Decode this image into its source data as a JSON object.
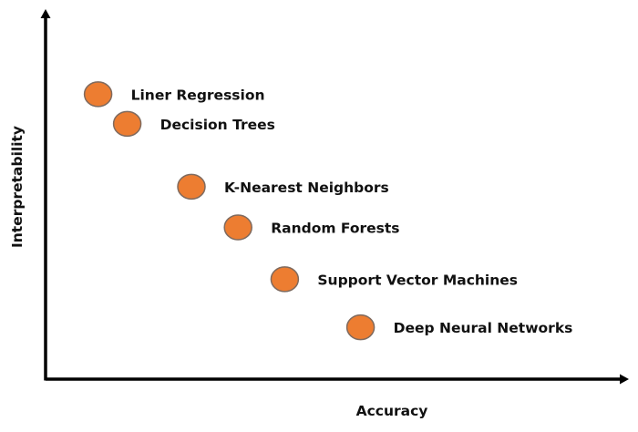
{
  "chart_data": {
    "type": "scatter",
    "title": "",
    "xlabel": "Accuracy",
    "ylabel": "Interpretability",
    "xlim": [
      0,
      10
    ],
    "ylim": [
      0,
      10
    ],
    "grid": false,
    "legend": "none",
    "x_ticks": [],
    "y_ticks": [],
    "marker_color": "#ED7D31",
    "marker_edge_color": "#7F6A5E",
    "points": [
      {
        "label": "Liner Regression",
        "x": 0.9,
        "y": 7.7
      },
      {
        "label": "Decision Trees",
        "x": 1.4,
        "y": 6.9
      },
      {
        "label": "K-Nearest Neighbors",
        "x": 2.5,
        "y": 5.2
      },
      {
        "label": "Random Forests",
        "x": 3.3,
        "y": 4.1
      },
      {
        "label": "Support Vector Machines",
        "x": 4.1,
        "y": 2.7
      },
      {
        "label": "Deep Neural Networks",
        "x": 5.4,
        "y": 1.4
      }
    ]
  }
}
